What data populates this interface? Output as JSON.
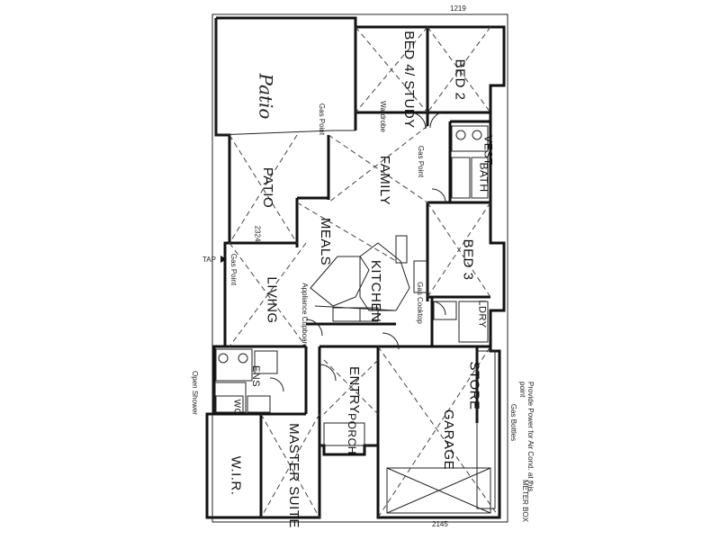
{
  "rooms": {
    "patio_upper": "Patio",
    "bed4": "BED 4/ STUDY",
    "bed2": "BED 2",
    "vest": "VEST",
    "bath": "BATH",
    "family": "FAMILY",
    "patio": "PATIO",
    "meals": "MEALS",
    "kitchen": "KITCHEN",
    "bed3": "BED 3",
    "ldry": "LDRY",
    "living": "LIVING",
    "ens": "ENS",
    "wc": "WC",
    "entry": "ENTRY",
    "store": "STORE",
    "garage": "GARAGE",
    "porch": "PORCH",
    "wir": "W.I.R.",
    "master": "MASTER SUITE"
  },
  "annotations": {
    "gas_point_top": "Gas Point",
    "gas_point_family": "Gas Point",
    "gas_point_living": "Gas Point",
    "gas_cooktop": "Gas Cooktop",
    "appliance": "Appliance Cupboard",
    "open_shower": "Open Shower",
    "gas_bottles": "Gas Bottles",
    "air_cond": "Provide Power for Air Cond. at this point",
    "meter_box": "METER BOX",
    "tap": "TAP",
    "wardrobe": "Wardrobe",
    "dim_2324": "2324",
    "dim_2145": "2145",
    "dim_1219": "1219"
  }
}
